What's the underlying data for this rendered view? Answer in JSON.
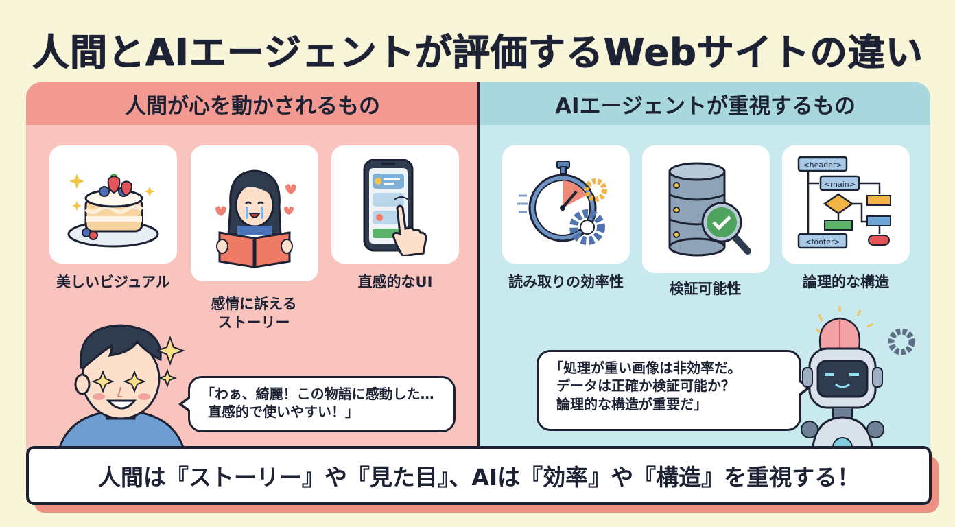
{
  "title": "人間とAIエージェントが評価するWebサイトの違い",
  "human_panel": {
    "header": "人間が心を動かされるもの",
    "background_color": "#f8c4bd",
    "header_color": "#f29a92",
    "items": [
      {
        "label": "美しいビジュアル",
        "icon": "cake-icon"
      },
      {
        "label_line1": "感情に訴える",
        "label_line2": "ストーリー",
        "icon": "girl-reading-book-icon"
      },
      {
        "label": "直感的なUI",
        "icon": "smartphone-tap-icon"
      }
    ],
    "speech": {
      "line1": "「わぁ、綺麗！この物語に感動した…",
      "line2": "直感的で使いやすい！」"
    },
    "character": "excited-man-icon"
  },
  "ai_panel": {
    "header": "AIエージェントが重視するもの",
    "background_color": "#c8e9ed",
    "header_color": "#a9d7de",
    "items": [
      {
        "label": "読み取りの効率性",
        "icon": "stopwatch-gears-icon"
      },
      {
        "label": "検証可能性",
        "icon": "database-magnifier-check-icon"
      },
      {
        "label": "論理的な構造",
        "icon": "html-structure-flowchart-icon",
        "diagram_tags": [
          "<header>",
          "<main>",
          "<footer>"
        ]
      }
    ],
    "speech": {
      "line1": "「処理が重い画像は非効率だ。",
      "line2": "データは正確か検証可能か？",
      "line3": "論理的な構造が重要だ」"
    },
    "character": "robot-with-brain-icon"
  },
  "summary": "人間は『ストーリー』や『見た目』、AIは『効率』や『構造』を重視する！",
  "colors": {
    "page_background": "#f8f5d9",
    "text": "#1c2233",
    "summary_shadow": "#ee9183"
  }
}
